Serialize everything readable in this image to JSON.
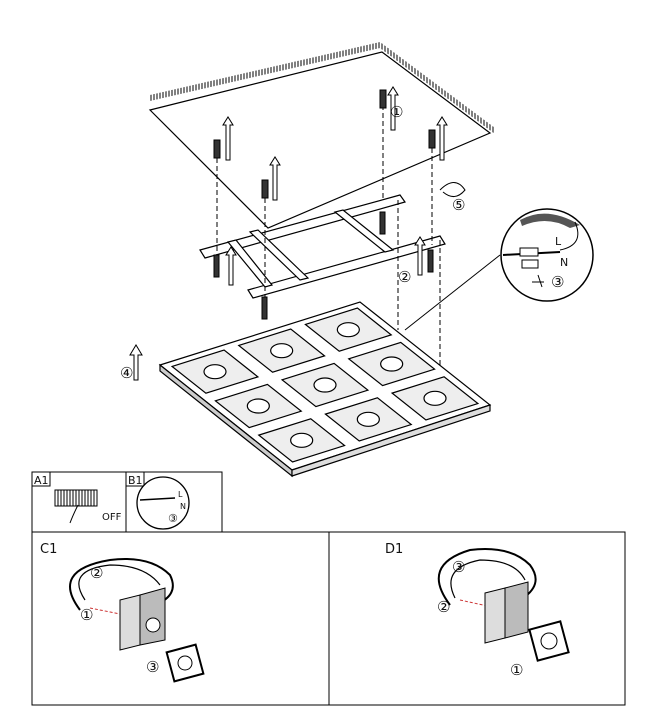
{
  "steps": {
    "one": "①",
    "two": "②",
    "three": "③",
    "four": "④",
    "five": "⑤"
  },
  "wire_labels": {
    "live": "L",
    "neutral": "N"
  },
  "panels": {
    "a1": {
      "label": "A1",
      "switch_text": "OFF"
    },
    "b1": {
      "label": "B1"
    },
    "c1": {
      "label": "C1"
    },
    "d1": {
      "label": "D1"
    }
  }
}
